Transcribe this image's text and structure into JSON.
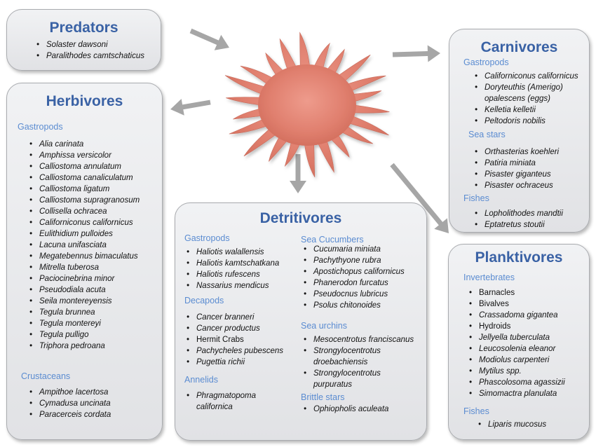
{
  "predators": {
    "title": "Predators",
    "items": [
      "Solaster dawsoni",
      "Paralithodes camtschaticus"
    ]
  },
  "herbivores": {
    "title": "Herbivores",
    "groups": [
      {
        "label": "Gastropods",
        "items": [
          "Alia carinata",
          "Amphissa versicolor",
          "Calliostoma annulatum",
          "Calliostoma canaliculatum",
          "Calliostoma ligatum",
          "Calliostoma supragranosum",
          "Collisella ochracea",
          "Californiconus californicus",
          "Eulithidium pulloides",
          "Lacuna unifasciata",
          "Megatebennus bimaculatus",
          "Mitrella tuberosa",
          "Paciocinebrina minor",
          "Pseudodiala acuta",
          "Seila montereyensis",
          "Tegula brunnea",
          "Tegula montereyi",
          "Tegula pulligo",
          "Triphora pedroana"
        ]
      },
      {
        "label": "Crustaceans",
        "items": [
          "Ampithoe lacertosa",
          "Cymadusa uncinata",
          "Paracerceis cordata"
        ]
      }
    ]
  },
  "carnivores": {
    "title": "Carnivores",
    "groups": [
      {
        "label": "Gastropods",
        "items": [
          [
            "Californiconus californicus"
          ],
          [
            "Doryteuthis (Amerigo)",
            "opalescens (eggs)"
          ],
          [
            "Kelletia kelletii"
          ],
          [
            "Peltodoris nobilis"
          ]
        ]
      },
      {
        "label": "Sea stars",
        "items": [
          [
            "Orthasterias koehleri"
          ],
          [
            "Patiria miniata"
          ],
          [
            "Pisaster giganteus"
          ],
          [
            "Pisaster ochraceus"
          ]
        ]
      },
      {
        "label": "Fishes",
        "items": [
          [
            "Lopholithodes mandtii"
          ],
          [
            "Eptatretus stoutii"
          ]
        ]
      }
    ]
  },
  "detritivores": {
    "title": "Detritivores",
    "groups_left": [
      {
        "label": "Gastropods",
        "items": [
          [
            "Haliotis walallensis"
          ],
          [
            "Haliotis kamtschatkana"
          ],
          [
            "Haliotis rufescens"
          ],
          [
            "Nassarius mendicus"
          ]
        ]
      },
      {
        "label": "Decapods",
        "items": [
          [
            "Cancer branneri"
          ],
          [
            "Cancer productus"
          ],
          [
            "Hermit Crabs"
          ],
          [
            "Pachycheles pubescens"
          ],
          [
            "Pugettia richii"
          ]
        ]
      },
      {
        "label": "Annelids",
        "items": [
          [
            "Phragmatopoma",
            "californica"
          ]
        ]
      }
    ],
    "groups_right": [
      {
        "label": "Sea Cucumbers",
        "items": [
          [
            "Cucumaria miniata"
          ],
          [
            "Pachythyone rubra"
          ],
          [
            "Apostichopus californicus"
          ],
          [
            "Phanerodon furcatus"
          ],
          [
            "Pseudocnus lubricus"
          ],
          [
            "Psolus chitonoides"
          ]
        ]
      },
      {
        "label": "Sea urchins",
        "items": [
          [
            "Mesocentrotus franciscanus"
          ],
          [
            "Strongylocentrotus",
            "droebachiensis"
          ],
          [
            "Strongylocentrotus",
            "purpuratus"
          ]
        ]
      },
      {
        "label": "Brittle stars",
        "items": [
          [
            "Ophiopholis aculeata"
          ]
        ]
      }
    ]
  },
  "planktivores": {
    "title": "Planktivores",
    "groups": [
      {
        "label": "Invertebrates",
        "items": [
          {
            "t": "Barnacles",
            "it": false
          },
          {
            "t": "Bivalves",
            "it": false
          },
          {
            "t": "Crassadoma gigantea",
            "it": true
          },
          {
            "t": "Hydroids",
            "it": false
          },
          {
            "t": "Jellyella tuberculata",
            "it": true
          },
          {
            "t": "Leucosolenia eleanor",
            "it": true
          },
          {
            "t": "Modiolus carpenteri",
            "it": true
          },
          {
            "t": "Mytilus spp.",
            "it": true
          },
          {
            "t": "Phascolosoma agassizii",
            "it": true
          },
          {
            "t": "Simomactra planulata",
            "it": true
          }
        ]
      },
      {
        "label": "Fishes",
        "items": [
          {
            "t": "Liparis mucosus",
            "it": true
          }
        ]
      }
    ]
  },
  "colors": {
    "title": "#3a62a5",
    "group_label": "#5b8cd1",
    "arrow": "#a6a6a6",
    "starfish": "#e08070"
  },
  "center_icon": "sunflower-sea-star-icon"
}
